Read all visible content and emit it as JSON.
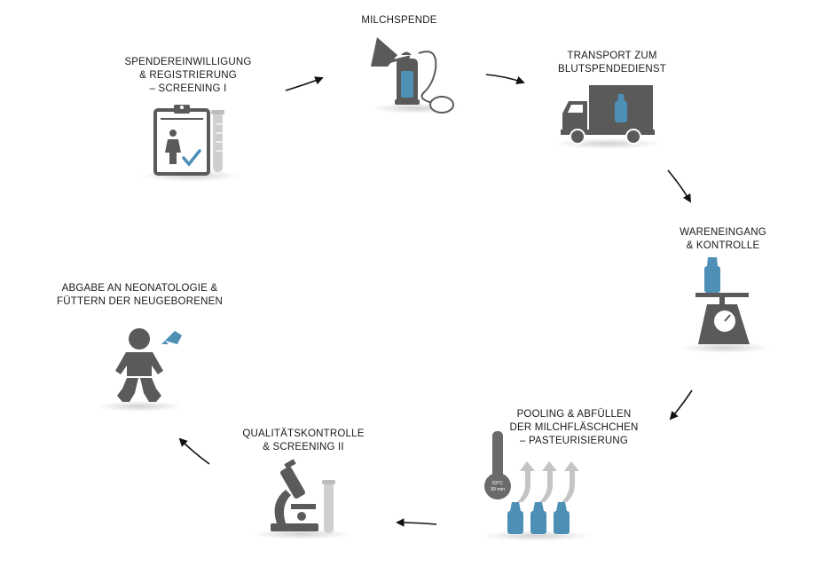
{
  "steps": [
    {
      "id": "donor",
      "lines": [
        "SPENDEREINWILLIGUNG",
        "& REGISTRIERUNG",
        "– SCREENING I"
      ],
      "icon": "clipboard-donor-icon"
    },
    {
      "id": "donation",
      "lines": [
        "MILCHSPENDE"
      ],
      "icon": "breast-pump-icon"
    },
    {
      "id": "transport",
      "lines": [
        "TRANSPORT ZUM",
        "BLUTSPENDEDIENST"
      ],
      "icon": "truck-icon"
    },
    {
      "id": "receipt",
      "lines": [
        "WARENEINGANG",
        "& KONTROLLE"
      ],
      "icon": "scale-icon"
    },
    {
      "id": "pooling",
      "lines": [
        "POOLING & ABFÜLLEN",
        "DER MILCHFLÄSCHCHEN",
        "– PASTEURISIERUNG"
      ],
      "icon": "pasteurization-icon"
    },
    {
      "id": "quality",
      "lines": [
        "QUALITÄTSKONTROLLE",
        "& SCREENING II"
      ],
      "icon": "microscope-icon"
    },
    {
      "id": "delivery",
      "lines": [
        "ABGABE AN NEONATOLOGIE &",
        "FÜTTERN DER NEUGEBORENEN"
      ],
      "icon": "baby-icon"
    }
  ],
  "thermometer": {
    "temp": "63°C",
    "time": "30 min"
  },
  "colors": {
    "gray": "#6a6a6a",
    "dark": "#4a4a4a",
    "blue": "#4d8fb5",
    "light": "#bdbdbd"
  }
}
